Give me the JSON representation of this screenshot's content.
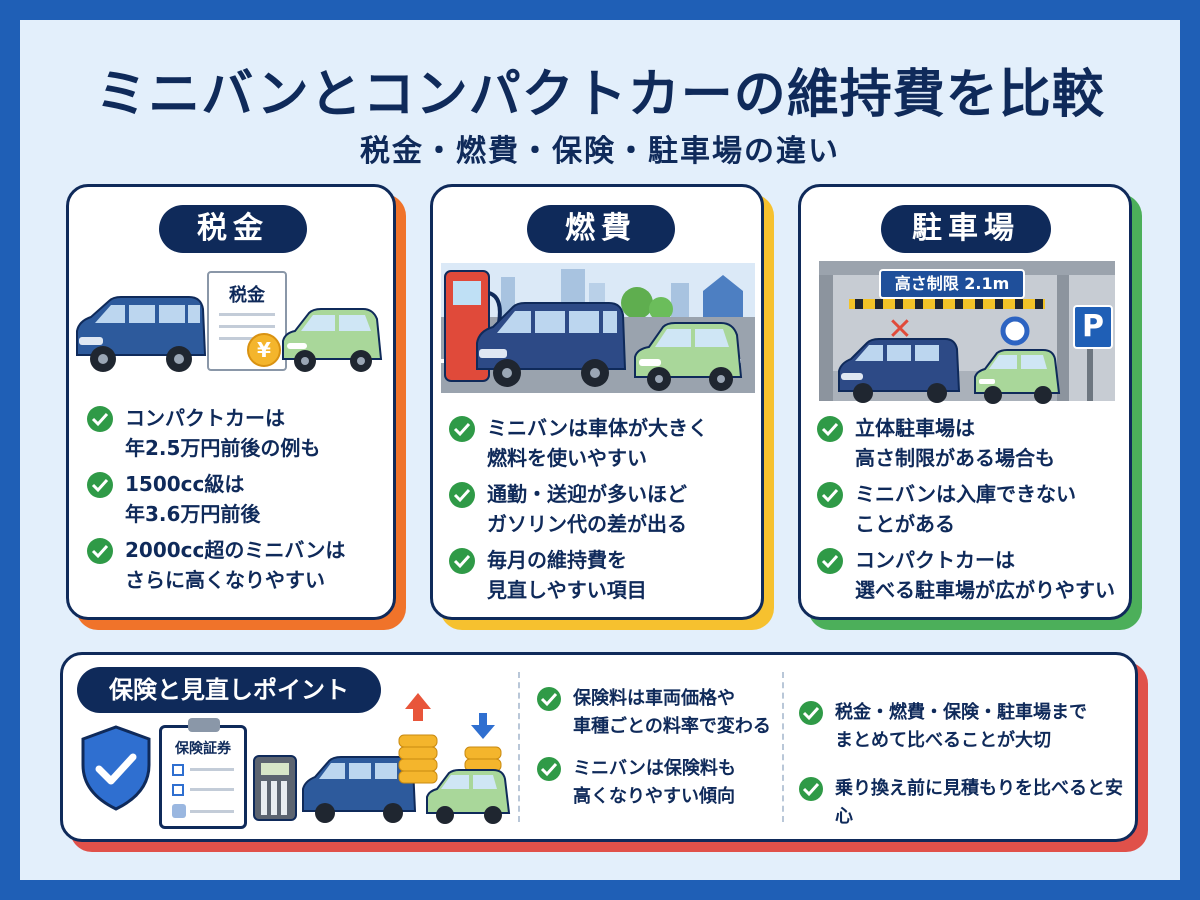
{
  "header": {
    "title": "ミニバンとコンパクトカーの維持費を比較",
    "subtitle": "税金・燃費・保険・駐車場の違い"
  },
  "tax_card": {
    "title": "税金",
    "document_label": "税金",
    "yen_symbol": "¥",
    "items": [
      "コンパクトカーは\n年2.5万円前後の例も",
      "1500cc級は\n年3.6万円前後",
      "2000cc超のミニバンは\nさらに高くなりやすい"
    ],
    "accent_color": "#f0732a"
  },
  "fuel_card": {
    "title": "燃費",
    "items": [
      "ミニバンは車体が大きく\n燃料を使いやすい",
      "通勤・送迎が多いほど\nガソリン代の差が出る",
      "毎月の維持費を\n見直しやすい項目"
    ],
    "accent_color": "#f6c12f"
  },
  "parking_card": {
    "title": "駐車場",
    "height_limit_sign": "高さ制限 2.1m",
    "parking_sign": "P",
    "cross_mark": "✕",
    "items": [
      "立体駐車場は\n高さ制限がある場合も",
      "ミニバンは入庫できない\nことがある",
      "コンパクトカーは\n選べる駐車場が広がりやすい"
    ],
    "accent_color": "#4caf5a"
  },
  "insurance_panel": {
    "title": "保険と見直しポイント",
    "certificate_label": "保険証券",
    "col1": [
      "保険料は車両価格や\n車種ごとの料率で変わる",
      "ミニバンは保険料も\n高くなりやすい傾向"
    ],
    "col2": [
      "税金・燃費・保険・駐車場まで\nまとめて比べることが大切",
      "乗り換え前に見積もりを比べると安心"
    ],
    "accent_color": "#e0514a"
  },
  "colors": {
    "navy": "#0f2a5a",
    "minivan_blue": "#2d5a9c",
    "compact_green": "#a9d79a",
    "check_green": "#2f9a47",
    "background": "#e3effb",
    "frame": "#1f5fb6"
  }
}
